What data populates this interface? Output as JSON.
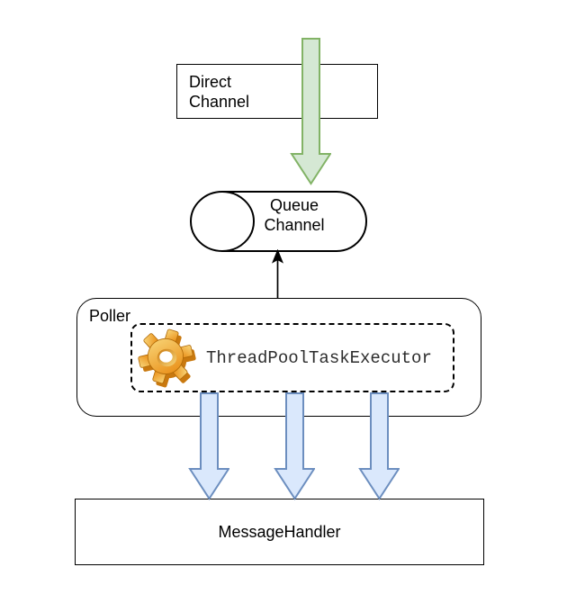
{
  "diagram": {
    "direct_channel": {
      "line1": "Direct",
      "line2": "Channel"
    },
    "queue_channel": {
      "line1": "Queue",
      "line2": "Channel"
    },
    "poller": {
      "label": "Poller"
    },
    "executor": {
      "label": "ThreadPoolTaskExecutor",
      "icon": "gear-icon"
    },
    "message_handler": {
      "label": "MessageHandler"
    },
    "colors": {
      "arrow_green_fill": "#d5e8d4",
      "arrow_green_stroke": "#82b366",
      "arrow_blue_fill": "#dae8fc",
      "arrow_blue_stroke": "#6c8ebf",
      "arrow_black": "#000000",
      "shape_stroke": "#000000",
      "shape_fill": "#ffffff",
      "gear_light": "#f9d87c",
      "gear_mid": "#f2a93b",
      "gear_dark": "#e8880e",
      "gear_shadow": "#c9790f"
    }
  }
}
